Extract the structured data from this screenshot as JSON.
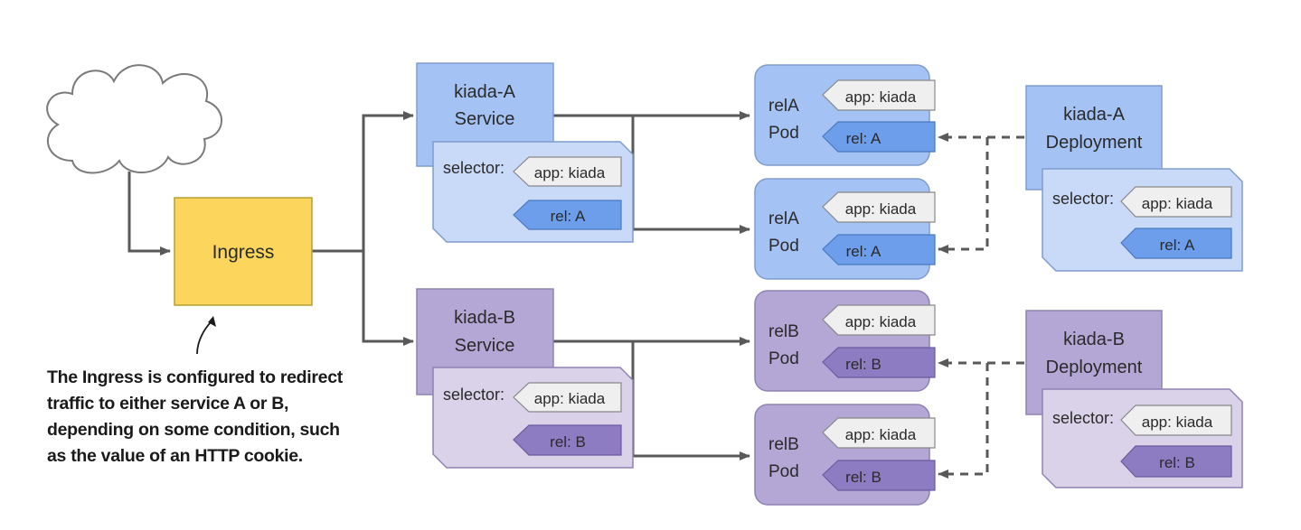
{
  "ingress": {
    "label": "Ingress"
  },
  "services": {
    "a": {
      "name": "kiada-A",
      "kind": "Service",
      "selector_label": "selector:",
      "labels": [
        "app: kiada",
        "rel: A"
      ]
    },
    "b": {
      "name": "kiada-B",
      "kind": "Service",
      "selector_label": "selector:",
      "labels": [
        "app: kiada",
        "rel: B"
      ]
    }
  },
  "pods": [
    {
      "name": "relA",
      "kind": "Pod",
      "labels": [
        "app: kiada",
        "rel: A"
      ]
    },
    {
      "name": "relA",
      "kind": "Pod",
      "labels": [
        "app: kiada",
        "rel: A"
      ]
    },
    {
      "name": "relB",
      "kind": "Pod",
      "labels": [
        "app: kiada",
        "rel: B"
      ]
    },
    {
      "name": "relB",
      "kind": "Pod",
      "labels": [
        "app: kiada",
        "rel: B"
      ]
    }
  ],
  "deployments": {
    "a": {
      "name": "kiada-A",
      "kind": "Deployment",
      "selector_label": "selector:",
      "labels": [
        "app: kiada",
        "rel: A"
      ]
    },
    "b": {
      "name": "kiada-B",
      "kind": "Deployment",
      "selector_label": "selector:",
      "labels": [
        "app: kiada",
        "rel: B"
      ]
    }
  },
  "annotation": [
    "The Ingress is configured to redirect",
    "traffic to either service A or B,",
    "depending on some condition, such",
    "as the value of an HTTP cookie."
  ],
  "colors": {
    "ingress": "#fbd55c",
    "blue_dark": "#a4c2f4",
    "blue_light": "#c9daf8",
    "blue_tag": "#6d9eeb",
    "purple_dark": "#b4a7d6",
    "purple_light": "#d9d2e9",
    "purple_tag": "#8e7cc3",
    "app_tag": "#efefef",
    "line": "#595959"
  }
}
